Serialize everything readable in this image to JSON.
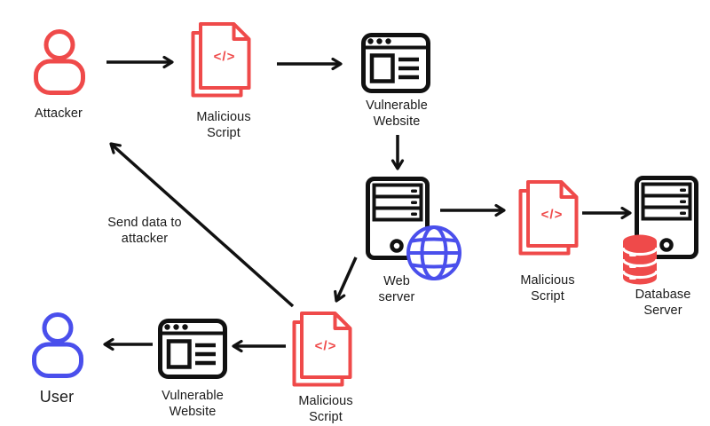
{
  "diagram": {
    "colors": {
      "red_accent": "#EF4A4A",
      "blue_accent": "#4A4FEC",
      "line_black": "#111111",
      "text_color": "#1a1a1a",
      "background": "#ffffff"
    },
    "code_glyph": "</>",
    "nodes": {
      "attacker": {
        "label": "Attacker",
        "icon": "person-icon",
        "icon_color": "#EF4A4A"
      },
      "malicious_script_top": {
        "label": "Malicious\nScript",
        "icon": "code-document-icon",
        "icon_color": "#EF4A4A"
      },
      "vulnerable_website_top": {
        "label": "Vulnerable\nWebsite",
        "icon": "browser-window-icon",
        "icon_color": "#111111"
      },
      "web_server": {
        "label": "Web\nserver",
        "icon": "server-tower-globe-icon",
        "icon_color": "#111111"
      },
      "malicious_script_right": {
        "label": "Malicious\nScript",
        "icon": "code-document-icon",
        "icon_color": "#EF4A4A"
      },
      "database_server": {
        "label": "Database\nServer",
        "icon": "server-tower-database-icon",
        "icon_color": "#111111"
      },
      "user": {
        "label": "User",
        "icon": "person-icon",
        "icon_color": "#4A4FEC"
      },
      "vulnerable_website_bottom": {
        "label": "Vulnerable\nWebsite",
        "icon": "browser-window-icon",
        "icon_color": "#111111"
      },
      "malicious_script_bottom": {
        "label": "Malicious\nScript",
        "icon": "code-document-icon",
        "icon_color": "#EF4A4A"
      }
    },
    "annotations": {
      "send_data": {
        "label": "Send data to\nattacker"
      }
    },
    "edges": [
      "attacker -> malicious_script_top",
      "malicious_script_top -> vulnerable_website_top",
      "vulnerable_website_top -> web_server",
      "web_server -> malicious_script_right",
      "malicious_script_right -> database_server",
      "web_server -> malicious_script_bottom",
      "malicious_script_bottom -> vulnerable_website_bottom",
      "vulnerable_website_bottom -> user",
      "malicious_script_bottom -> attacker (send data to attacker)"
    ]
  }
}
